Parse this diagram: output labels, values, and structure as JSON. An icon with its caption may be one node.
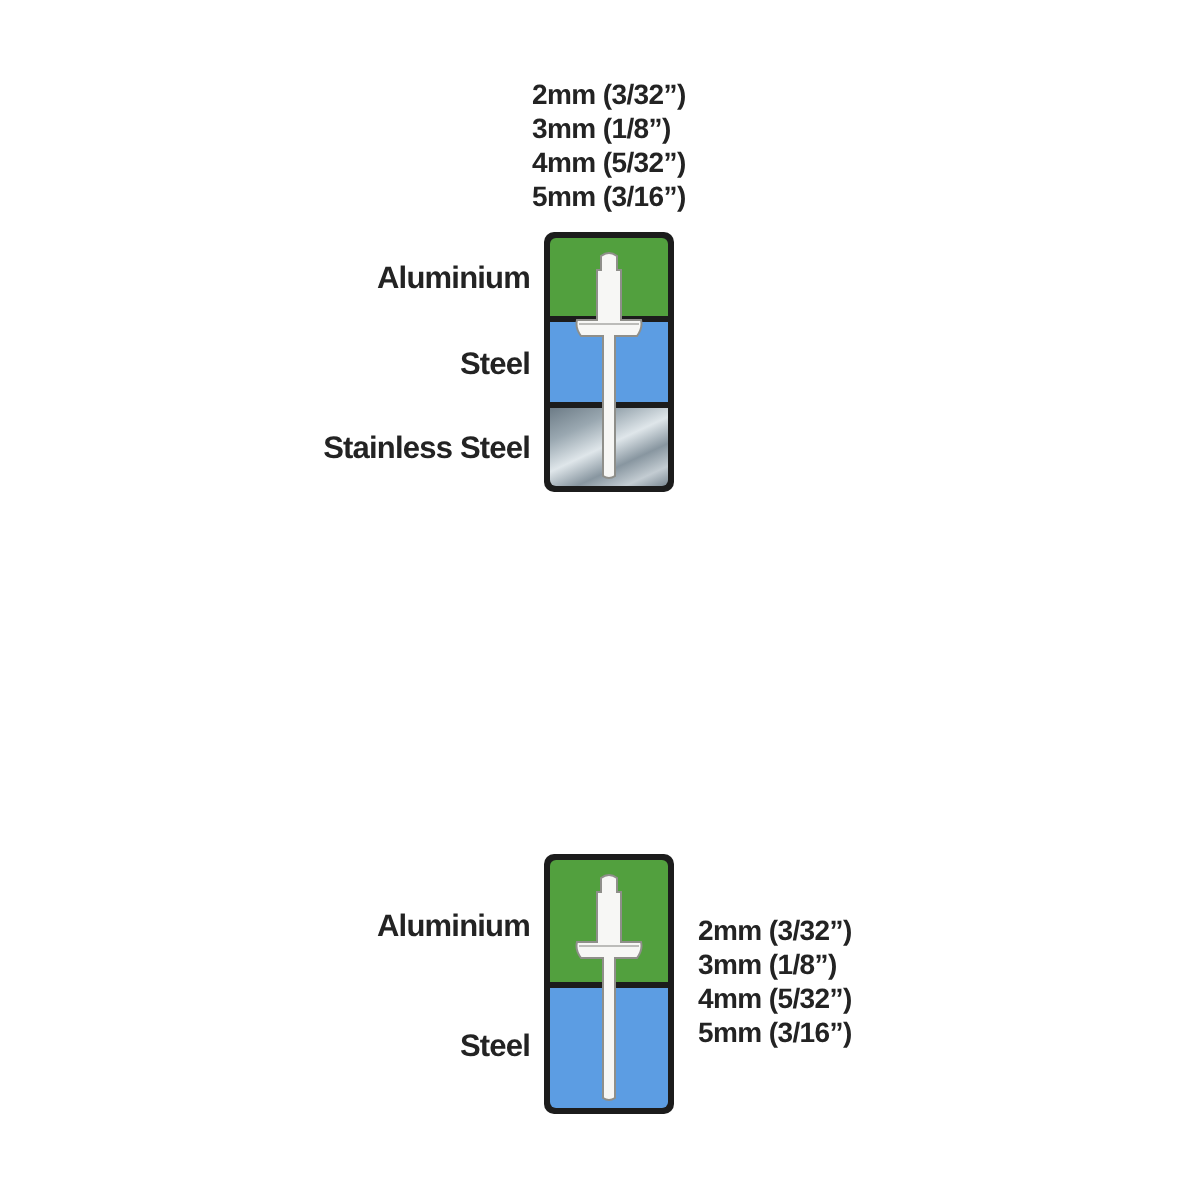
{
  "diagram": {
    "nodes": [
      {
        "text": [],
        "shape": "box",
        "beside": [
          "2mm (3/32”)",
          "3mm (1/8”)",
          "4mm (5/32”)",
          "5mm (3/16”)"
        ]
      },
      {
        "text": [
          "Aluminium"
        ],
        "in": 0
      },
      {
        "text": [
          "Steel"
        ],
        "in": 0
      },
      {
        "text": [
          "Stainless Steel"
        ],
        "in": 0
      },
      {
        "text": [],
        "shape": "box",
        "beside": [
          "2mm (3/32”)",
          "3mm (1/8”)",
          "4mm (5/32”)",
          "5mm (3/16”)"
        ]
      },
      {
        "text": [
          "Aluminium"
        ],
        "in": 4
      },
      {
        "text": [
          "Steel"
        ],
        "in": 4
      }
    ],
    "edges": []
  }
}
